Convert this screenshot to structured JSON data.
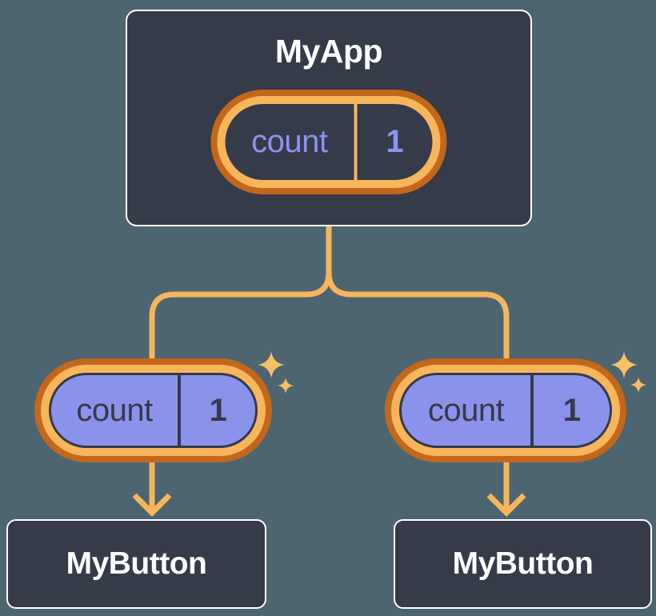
{
  "diagram": {
    "root": {
      "title": "MyApp",
      "state": {
        "name": "count",
        "value": "1"
      }
    },
    "children": [
      {
        "title": "MyButton",
        "state": {
          "name": "count",
          "value": "1"
        }
      },
      {
        "title": "MyButton",
        "state": {
          "name": "count",
          "value": "1"
        }
      }
    ]
  },
  "colors": {
    "background": "#4C6571",
    "node_fill": "#353B49",
    "node_border": "#FFFFFF",
    "node_text": "#FFFFFF",
    "state_ring_outer": "#C2671C",
    "state_ring_inner": "#F7B65C",
    "state_purple_fill": "#8A92EC",
    "state_purple_text": "#8B93EE",
    "state_dark_text": "#343A48",
    "connector": "#F7B65C",
    "sparkle": "#F9BD66"
  }
}
